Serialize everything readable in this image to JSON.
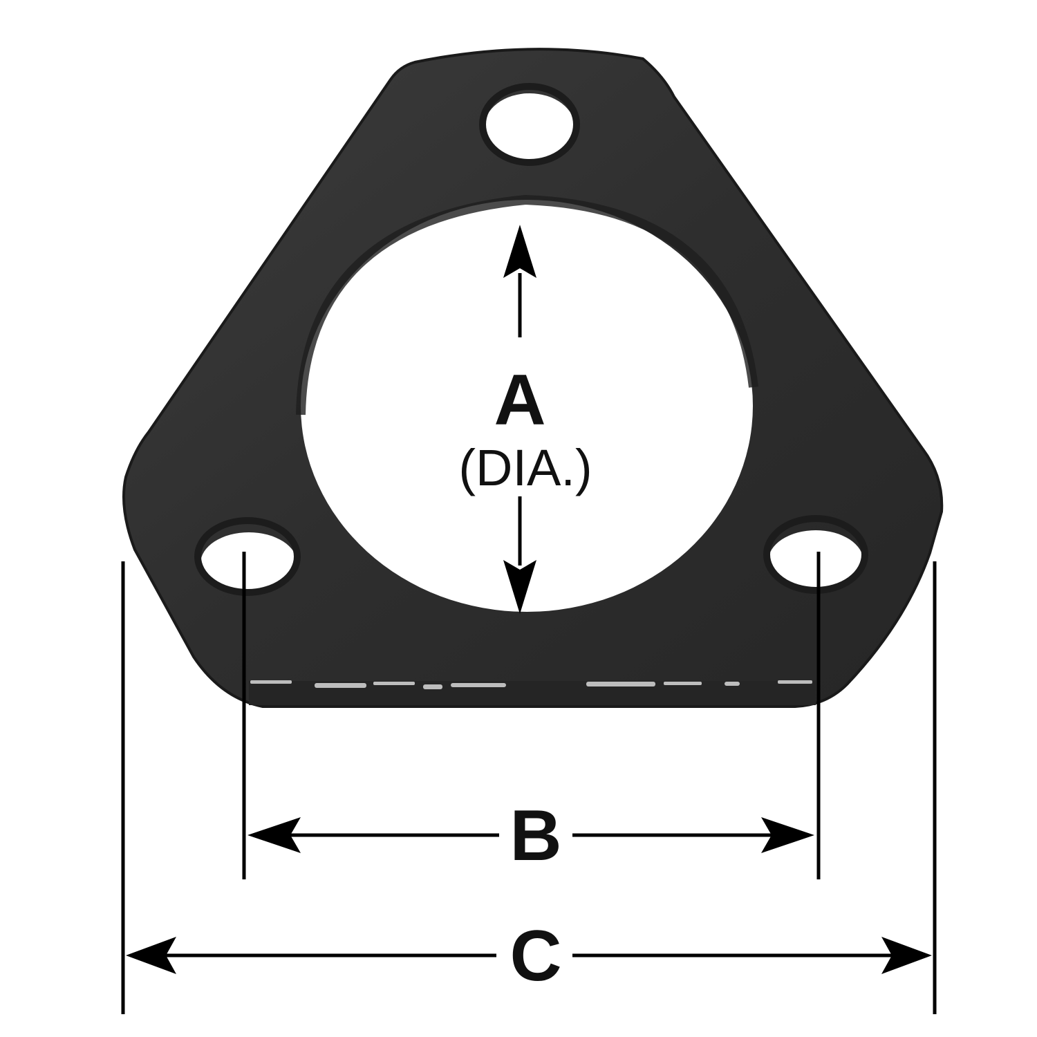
{
  "diagram": {
    "dimension_a": {
      "label": "A",
      "sublabel": "(DIA.)"
    },
    "dimension_b": {
      "label": "B"
    },
    "dimension_c": {
      "label": "C"
    }
  },
  "colors": {
    "flange_dark": "#2b2b2b",
    "flange_mid": "#3a3a3a",
    "flange_edge": "#1a1a1a",
    "highlight": "#bdbdbd",
    "line": "#000000",
    "background": "#ffffff"
  }
}
